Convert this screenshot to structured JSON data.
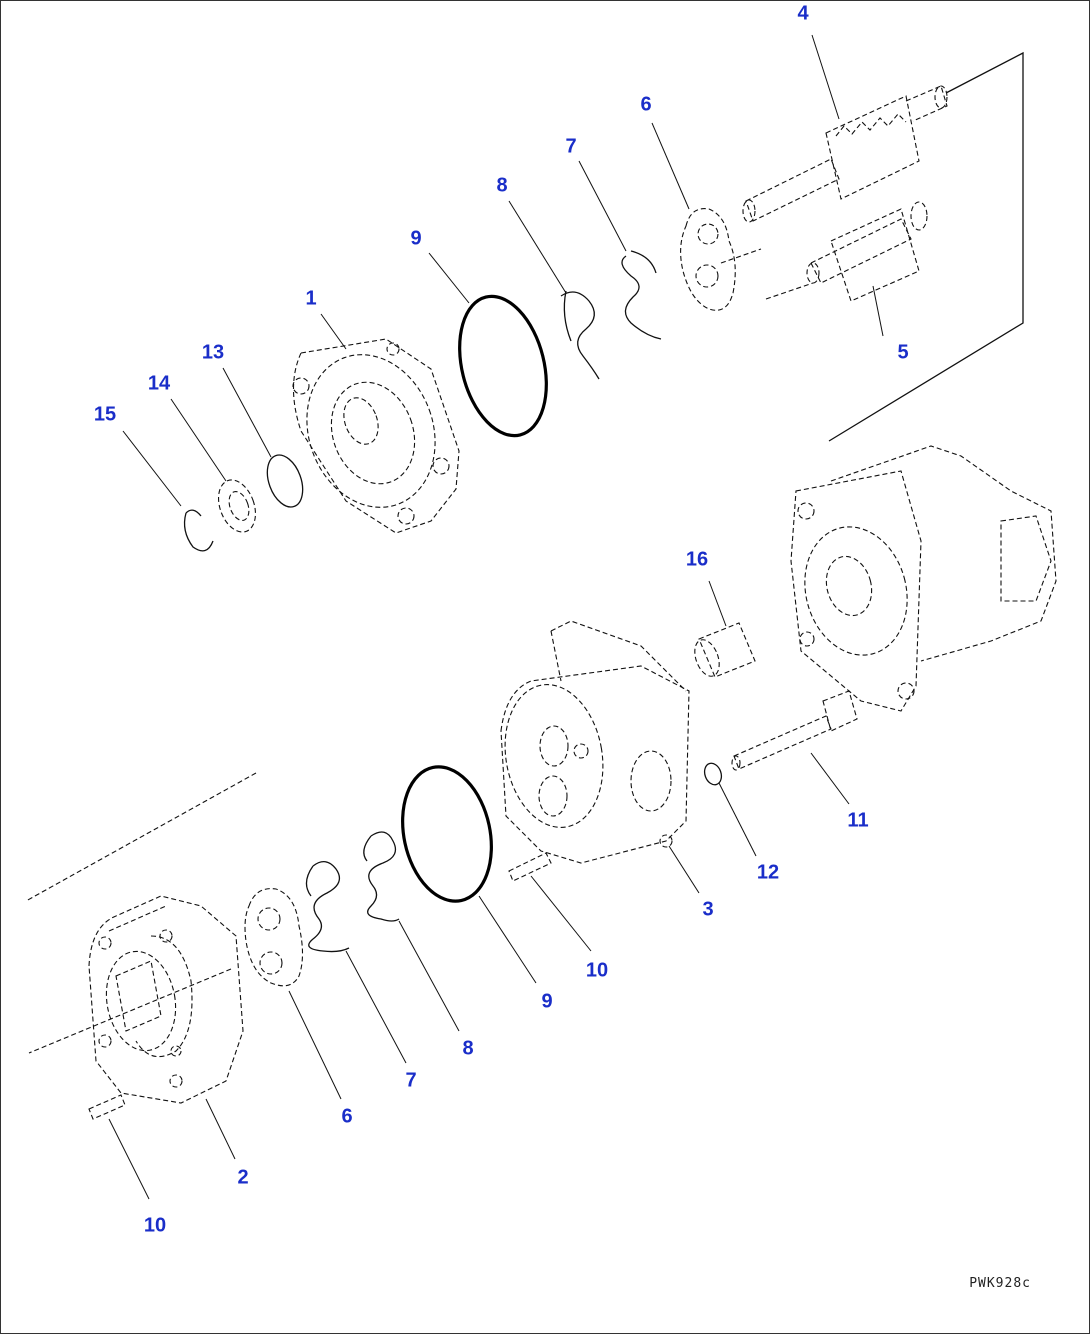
{
  "diagram": {
    "drawing_code": "PWK928c",
    "callouts": [
      {
        "id": "c1",
        "label": "1"
      },
      {
        "id": "c2",
        "label": "2"
      },
      {
        "id": "c3",
        "label": "3"
      },
      {
        "id": "c4",
        "label": "4"
      },
      {
        "id": "c5",
        "label": "5"
      },
      {
        "id": "c6a",
        "label": "6"
      },
      {
        "id": "c6b",
        "label": "6"
      },
      {
        "id": "c7a",
        "label": "7"
      },
      {
        "id": "c7b",
        "label": "7"
      },
      {
        "id": "c8a",
        "label": "8"
      },
      {
        "id": "c8b",
        "label": "8"
      },
      {
        "id": "c9a",
        "label": "9"
      },
      {
        "id": "c9b",
        "label": "9"
      },
      {
        "id": "c10a",
        "label": "10"
      },
      {
        "id": "c10b",
        "label": "10"
      },
      {
        "id": "c11",
        "label": "11"
      },
      {
        "id": "c12",
        "label": "12"
      },
      {
        "id": "c13",
        "label": "13"
      },
      {
        "id": "c14",
        "label": "14"
      },
      {
        "id": "c15",
        "label": "15"
      },
      {
        "id": "c16",
        "label": "16"
      }
    ],
    "colors": {
      "callout": "#1a2ec9",
      "line": "#111111",
      "frame": "#333333"
    }
  }
}
